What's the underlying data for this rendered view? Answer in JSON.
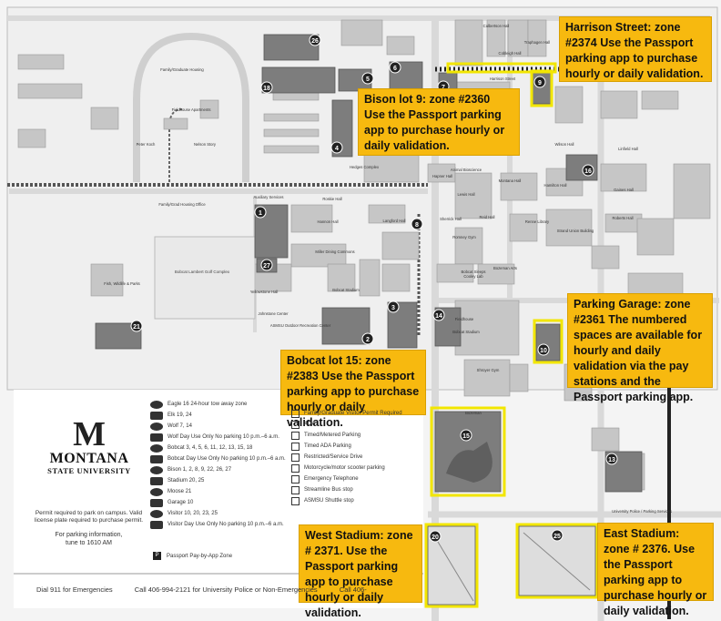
{
  "callouts": {
    "harrison": "Harrison Street: zone #2374 Use the Passport parking app to purchase hourly or daily validation.",
    "bison": "Bison lot 9: zone #2360 Use the Passport parking app to purchase hourly or daily validation.",
    "garage": "Parking Garage: zone #2361 The numbered spaces are available for hourly and daily validation via the pay stations and the Passport parking app.",
    "bobcat": "Bobcat lot 15: zone #2383 Use the Passport parking app to purchase hourly or daily validation.",
    "west_stadium": "West Stadium: zone # 2371. Use the Passport parking app to purchase hourly or daily validation.",
    "east_stadium": "East Stadium: zone # 2376. Use the Passport parking app to purchase hourly or daily validation."
  },
  "lot_numbers": [
    "26",
    "5",
    "6",
    "18",
    "4",
    "7",
    "9",
    "16",
    "1",
    "2",
    "27",
    "21",
    "3",
    "14",
    "10",
    "15",
    "13",
    "20",
    "25",
    "8"
  ],
  "place_labels": [
    "Family/Graduate Housing",
    "Fieldhouse Apartments",
    "Peter Koch",
    "Nelson Story",
    "Family/Grad Housing Office",
    "Auxiliary Services",
    "Roskie Hall",
    "Hannon Hall",
    "Miller Dining Commons",
    "Yellowstone Hall",
    "Cobleigh Hall",
    "Renne Library",
    "Strand Union Building",
    "Romney Gym",
    "Bobcat Stadium",
    "Fieldhouse",
    "Shroyer Gym",
    "Bobcat Sleeps",
    "Cooley Lab",
    "Johnstone Center",
    "Hedges Complex",
    "Harrison Street",
    "Culbertson Hall",
    "Traphagen Hall",
    "Wilson Hall",
    "Roberts Hall",
    "Gaines Hall",
    "Linfield Hall",
    "Lewis Hall",
    "Montana Hall",
    "Reid Hall",
    "Hamilton Hall",
    "Sherrick Hall",
    "Hapner Hall",
    "Langford Hall",
    "ASMSU Outdoor Recreation Center",
    "Bozeman Arts",
    "Animal Bioscience",
    "Fish, Wildlife & Parks",
    "Bobcat Stadium",
    "Bozeman",
    "University Police / Parking Services"
  ],
  "legend": {
    "logo_m": "M",
    "logo_name": "MONTANA",
    "logo_sub": "STATE UNIVERSITY",
    "permit": "Permit required to park on campus. Valid license plate required to purchase permit.",
    "info_line1": "For parking information,",
    "info_line2": "tune to 1610 AM",
    "entries": [
      {
        "label": "Eagle  16  24-hour tow away zone",
        "color": "#333"
      },
      {
        "label": "Elk  19, 24",
        "color": "#333"
      },
      {
        "label": "Wolf  7, 14",
        "color": "#333"
      },
      {
        "label": "Wolf Day Use Only  No parking 10 p.m.–6 a.m.",
        "color": "#333"
      },
      {
        "label": "Bobcat  3, 4, 5, 6, 11, 12, 13, 15, 18",
        "color": "#333"
      },
      {
        "label": "Bobcat Day Use Only  No parking 10 p.m.–6 a.m.",
        "color": "#333"
      },
      {
        "label": "Bison  1, 2, 8, 9, 22, 26, 27",
        "color": "#333"
      },
      {
        "label": "Stadium  20, 25",
        "color": "#333"
      },
      {
        "label": "Moose  21",
        "color": "#333"
      },
      {
        "label": "Garage  10",
        "color": "#333"
      },
      {
        "label": "Visitor  10, 20, 23, 25",
        "color": "#333"
      },
      {
        "label": "Visitor Day Use Only  No parking 10 p.m.–6 a.m.",
        "color": "#333"
      }
    ],
    "entries2": [
      "Family/Graduate Visitor Permit Required",
      "ADA",
      "Timed/Metered Parking",
      "Timed ADA Parking",
      "Restricted/Service Drive",
      "Motorcycle/motor scooter parking",
      "Emergency Telephone",
      "Streamline Bus stop",
      "ASMSU Shuttle stop"
    ],
    "passport": "Passport Pay-by-App Zone",
    "footer": [
      "Dial 911 for Emergencies",
      "Call 406-994-2121 for University Police or Non-Emergencies",
      "Call 406-"
    ]
  },
  "colors": {
    "callout_bg": "#f7b90f",
    "highlight": "#f2e600",
    "lot_fill": "#7a7a7a",
    "building": "#c9c9c9",
    "road": "#e6e6e6"
  }
}
